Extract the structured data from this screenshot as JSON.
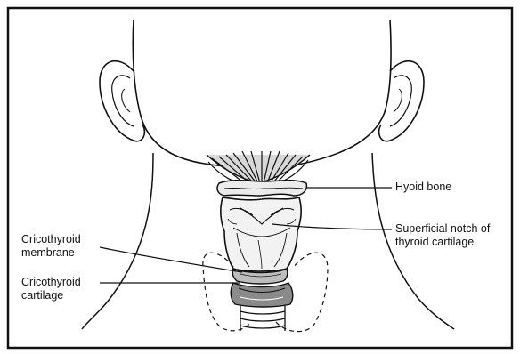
{
  "labels": {
    "hyoid": "Hyoid bone",
    "notch_line1": "Superficial notch of",
    "notch_line2": "thyroid cartilage",
    "membrane_line1": "Cricothyroid",
    "membrane_line2": "membrane",
    "cartilage_line1": "Cricothyroid",
    "cartilage_line2": "cartilage"
  },
  "colors": {
    "ink": "#111111",
    "background": "#ffffff"
  }
}
